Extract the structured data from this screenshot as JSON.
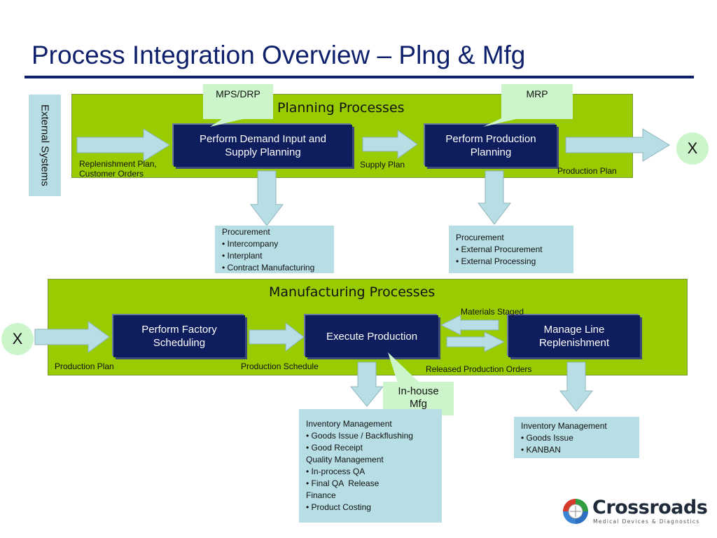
{
  "title": "Process Integration Overview – Plng & Mfg",
  "external_systems": "External Systems",
  "planning": {
    "title": "Planning Processes",
    "callouts": {
      "mps": "MPS/DRP",
      "mrp": "MRP"
    },
    "processes": {
      "demand": "Perform Demand Input and Supply Planning",
      "production_planning": "Perform Production Planning"
    },
    "labels": {
      "input": "Replenishment Plan, Customer Orders",
      "supply_plan": "Supply Plan",
      "production_plan": "Production Plan"
    },
    "connector": "X"
  },
  "procurement_boxes": [
    {
      "heading": "Procurement",
      "items": [
        "• Intercompany",
        "• Interplant",
        "• Contract Manufacturing"
      ]
    },
    {
      "heading": "Procurement",
      "items": [
        "• External Procurement",
        "• External Processing"
      ]
    }
  ],
  "manufacturing": {
    "title": "Manufacturing Processes",
    "connector": "X",
    "processes": {
      "factory_scheduling": "Perform Factory Scheduling",
      "execute": "Execute Production",
      "line_replenishment": "Manage Line Replenishment"
    },
    "labels": {
      "production_plan": "Production Plan",
      "production_schedule": "Production Schedule",
      "materials_staged": "Materials Staged",
      "released_orders": "Released Production Orders"
    },
    "callout": "In-house Mfg"
  },
  "execution_box": {
    "lines": [
      "Inventory Management",
      "• Goods Issue / Backflushing",
      "• Good Receipt",
      "Quality Management",
      "• In-process QA",
      "• Final QA  Release",
      "Finance",
      "• Product Costing"
    ]
  },
  "replenishment_box": {
    "lines": [
      "Inventory Management",
      "• Goods Issue",
      "• KANBAN"
    ]
  },
  "logo": {
    "name": "Crossroads",
    "tagline": "Medical Devices & Diagnostics"
  }
}
